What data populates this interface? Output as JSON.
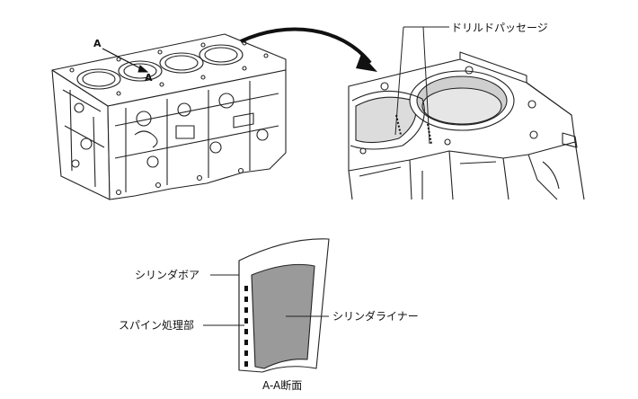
{
  "labels": {
    "section_marker_top": "A",
    "section_marker_bottom": "A",
    "drilled_passage": "ドリルドパッセージ",
    "cylinder_bore": "シリンダボア",
    "spine_treated_part": "スパイン処理部",
    "cylinder_liner": "シリンダライナー",
    "section_caption": "A-A断面"
  },
  "colors": {
    "line": "#222222",
    "liner_fill": "#9a9a9a",
    "bore_fill": "#ffffff"
  }
}
